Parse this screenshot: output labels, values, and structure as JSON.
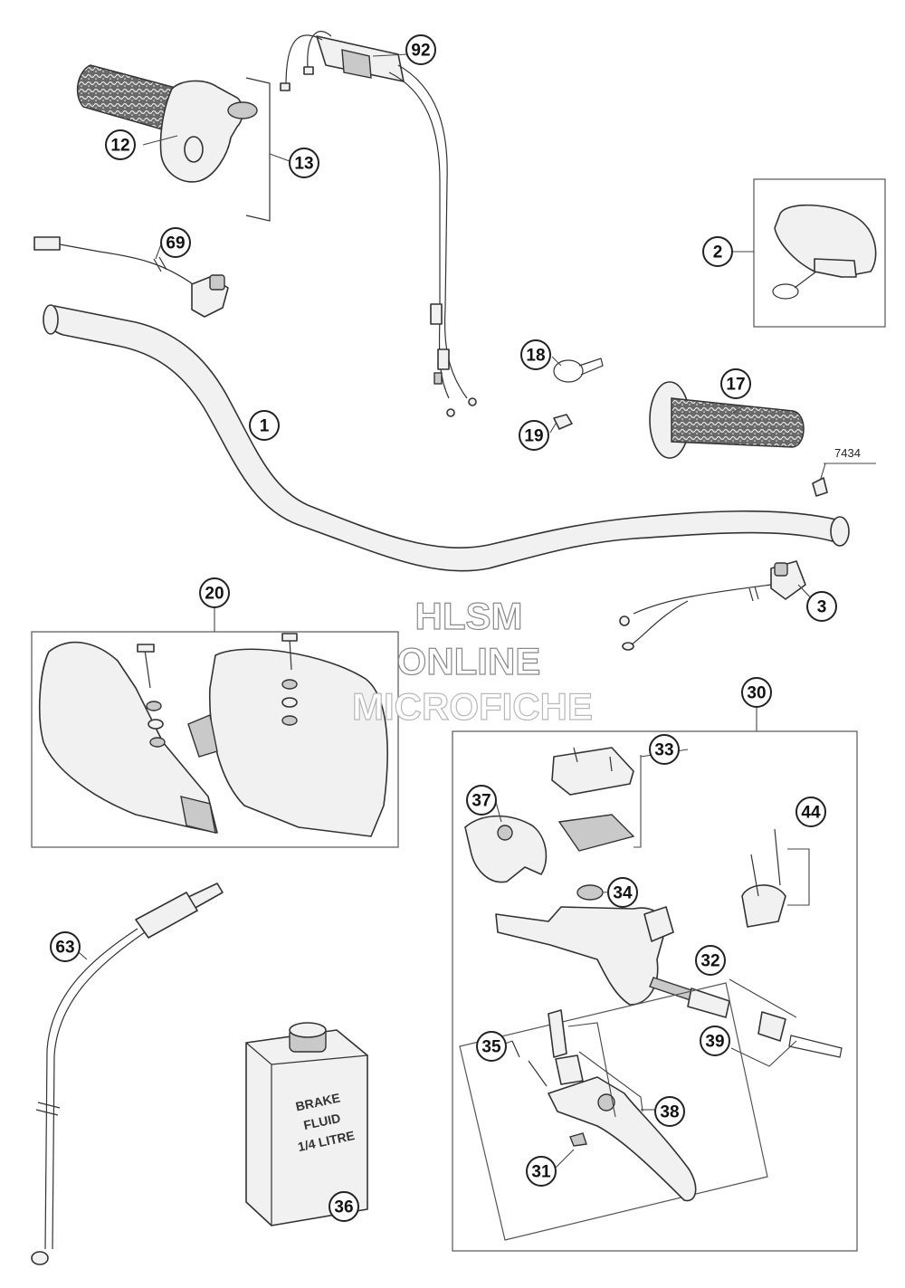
{
  "watermark": {
    "line1": "HLSM",
    "line2": "ONLINE",
    "line3": "MICROFICHE"
  },
  "ref_number": "7434",
  "brake_fluid_can": {
    "line1": "BRAKE",
    "line2": "FLUID",
    "line3": "1/4 LITRE"
  },
  "callouts": [
    {
      "id": "c1",
      "label": "1"
    },
    {
      "id": "c2",
      "label": "2"
    },
    {
      "id": "c3",
      "label": "3"
    },
    {
      "id": "c12",
      "label": "12"
    },
    {
      "id": "c13",
      "label": "13"
    },
    {
      "id": "c17",
      "label": "17"
    },
    {
      "id": "c18",
      "label": "18"
    },
    {
      "id": "c19",
      "label": "19"
    },
    {
      "id": "c20",
      "label": "20"
    },
    {
      "id": "c30",
      "label": "30"
    },
    {
      "id": "c31",
      "label": "31"
    },
    {
      "id": "c32",
      "label": "32"
    },
    {
      "id": "c33",
      "label": "33"
    },
    {
      "id": "c34",
      "label": "34"
    },
    {
      "id": "c35",
      "label": "35"
    },
    {
      "id": "c36",
      "label": "36"
    },
    {
      "id": "c37",
      "label": "37"
    },
    {
      "id": "c38",
      "label": "38"
    },
    {
      "id": "c39",
      "label": "39"
    },
    {
      "id": "c44",
      "label": "44"
    },
    {
      "id": "c63",
      "label": "63"
    },
    {
      "id": "c69",
      "label": "69"
    },
    {
      "id": "c92",
      "label": "92"
    }
  ]
}
